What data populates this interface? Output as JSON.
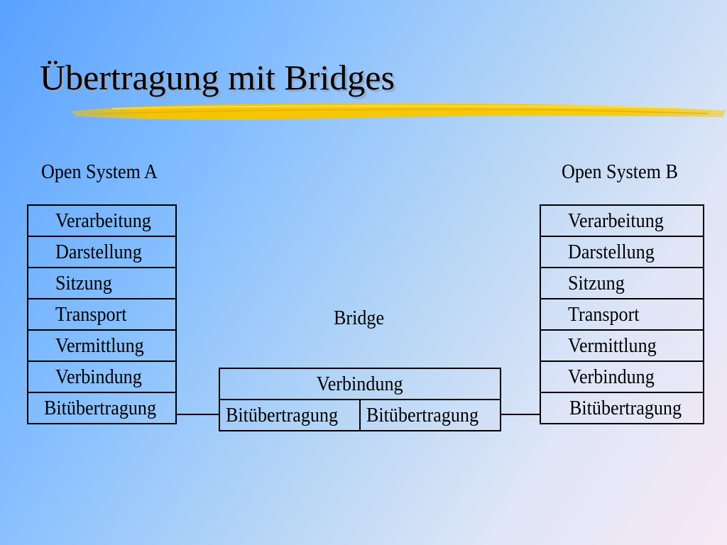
{
  "title": "Übertragung mit Bridges",
  "colors": {
    "accent_brush": "#f5c400",
    "background_start": "#5aa2ff",
    "background_end": "#f7e9f6"
  },
  "system_a": {
    "label": "Open System A",
    "layers": [
      "Verarbeitung",
      "Darstellung",
      "Sitzung",
      "Transport",
      "Vermittlung",
      "Verbindung",
      "Bitübertragung"
    ]
  },
  "system_b": {
    "label": "Open System B",
    "layers": [
      "Verarbeitung",
      "Darstellung",
      "Sitzung",
      "Transport",
      "Vermittlung",
      "Verbindung",
      "Bitübertragung"
    ]
  },
  "bridge": {
    "label": "Bridge",
    "link_layer": "Verbindung",
    "physical_left": "Bitübertragung",
    "physical_right": "Bitübertragung"
  }
}
